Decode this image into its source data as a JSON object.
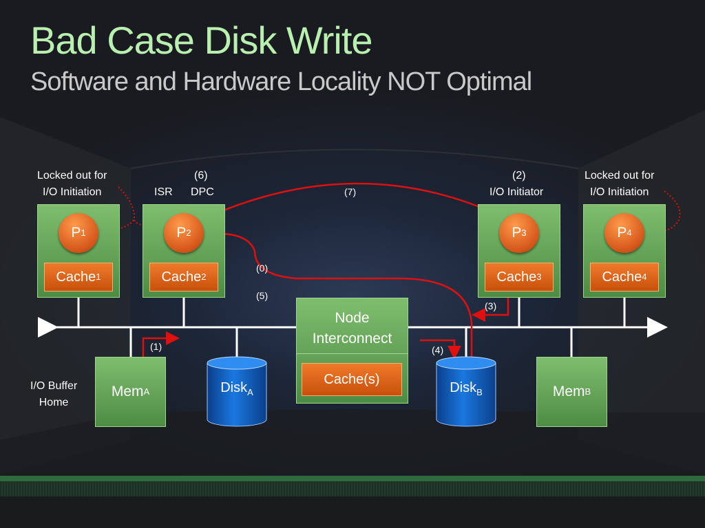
{
  "title": "Bad Case Disk Write",
  "subtitle": "Software and Hardware Locality NOT Optimal",
  "notes": {
    "locked_left_1": "Locked out for",
    "locked_left_2": "I/O Initiation",
    "isr": "ISR",
    "dpc": "DPC",
    "step6": "(6)",
    "step2": "(2)",
    "initiator": "I/O Initiator",
    "locked_right_1": "Locked out for",
    "locked_right_2": "I/O Initiation",
    "iobuf_1": "I/O Buffer",
    "iobuf_2": "Home"
  },
  "steps": {
    "s0": "(0)",
    "s1": "(1)",
    "s3": "(3)",
    "s4": "(4)",
    "s5": "(5)",
    "s7": "(7)"
  },
  "processors": [
    {
      "base": "P",
      "sub": "1",
      "cache_base": "Cache",
      "cache_sub": "1"
    },
    {
      "base": "P",
      "sub": "2",
      "cache_base": "Cache",
      "cache_sub": "2"
    },
    {
      "base": "P",
      "sub": "3",
      "cache_base": "Cache",
      "cache_sub": "3"
    },
    {
      "base": "P",
      "sub": "4",
      "cache_base": "Cache",
      "cache_sub": "4"
    }
  ],
  "interconnect": {
    "line1": "Node",
    "line2": "Interconnect",
    "cache": "Cache(s)"
  },
  "mem_a": {
    "base": "Mem",
    "sub": "A"
  },
  "mem_b": {
    "base": "Mem",
    "sub": "B"
  },
  "disk_a": {
    "base": "Disk",
    "sub": "A"
  },
  "disk_b": {
    "base": "Disk",
    "sub": "B"
  },
  "colors": {
    "title": "#b9f0b0",
    "arrow": "#e01010",
    "node": "#5e9e52",
    "cache": "#e0661a",
    "disk": "#0a62c8"
  }
}
